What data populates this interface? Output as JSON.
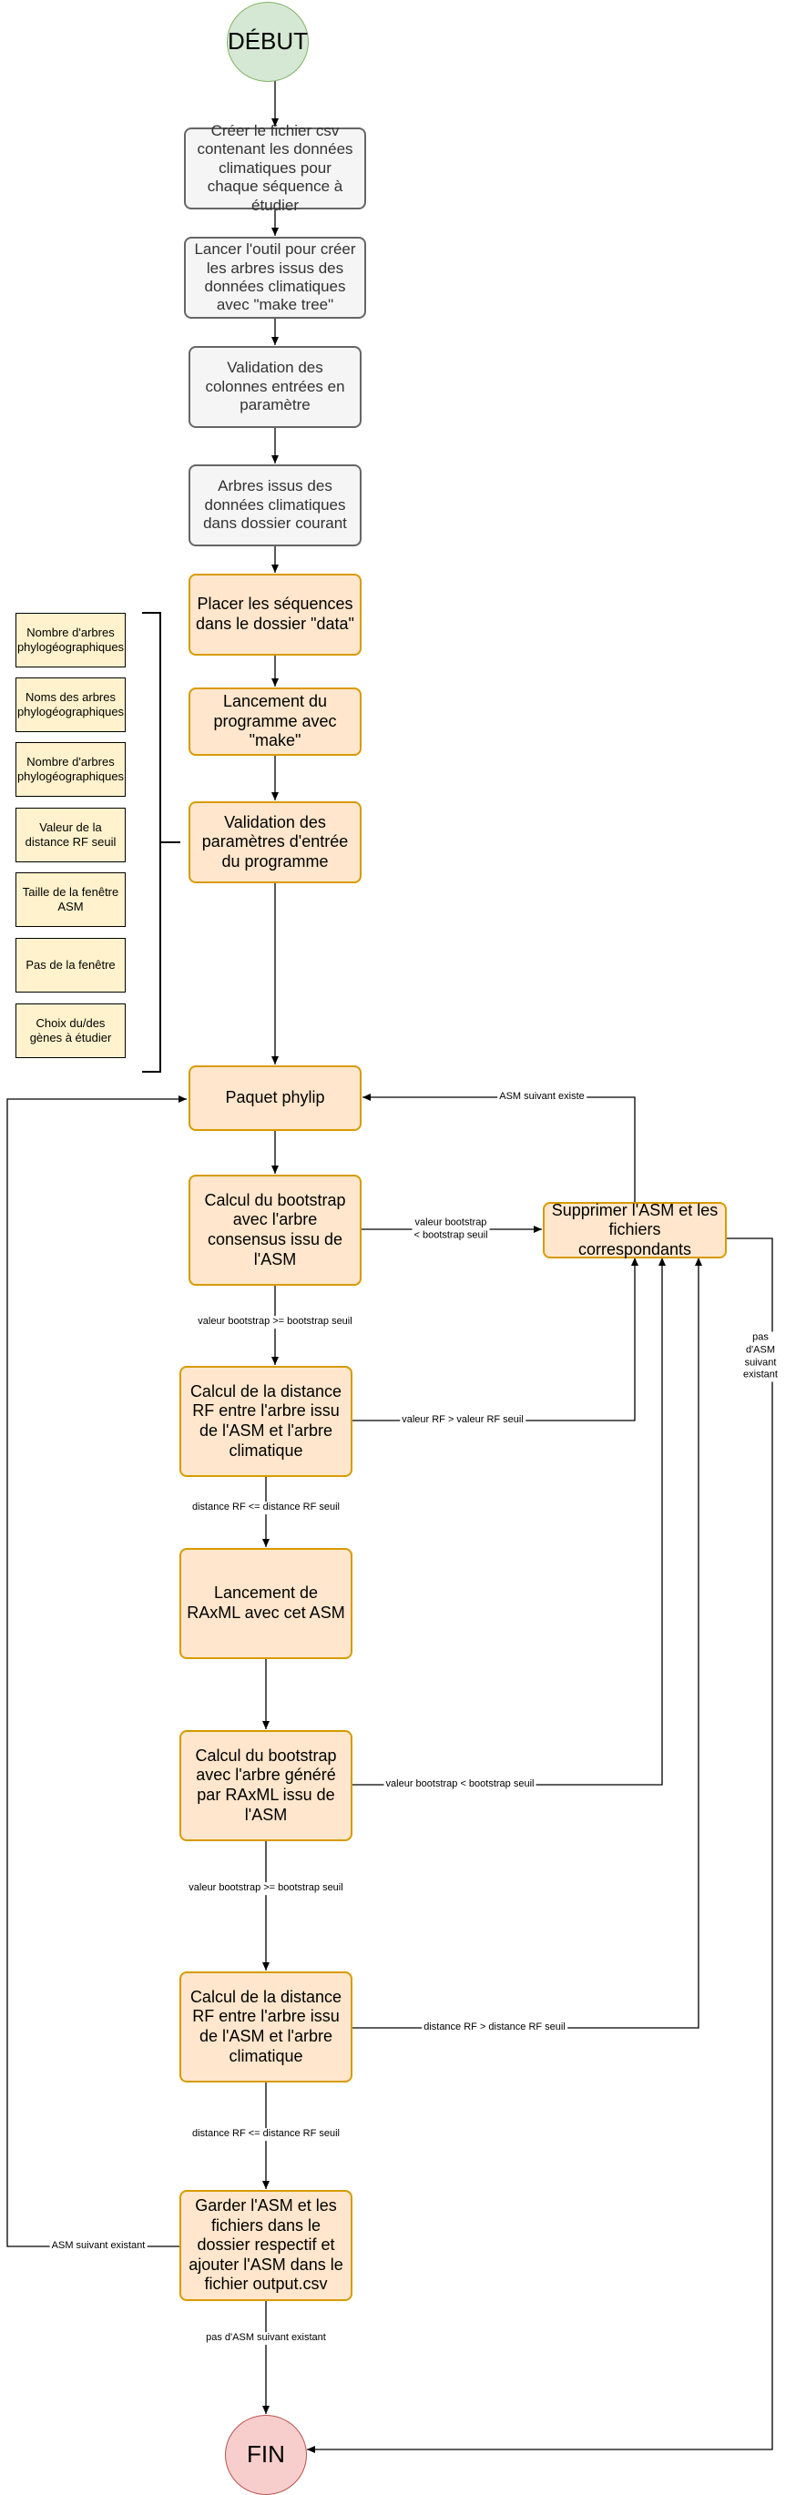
{
  "nodes": {
    "start": "DÉBUT",
    "csv": "Créer le fichier csv contenant les données climatiques pour chaque séquence à étudier",
    "make_tree": "Lancer l'outil pour créer les arbres issus des données climatiques avec \"make tree\"",
    "validate_cols": "Validation des colonnes entrées en paramètre",
    "trees_dir": "Arbres issus des données climatiques dans dossier courant",
    "place_seq": "Placer les séquences dans le dossier \"data\"",
    "launch_make": "Lancement du programme avec \"make\"",
    "validate_params": "Validation des paramètres d'entrée du programme",
    "phylip": "Paquet phylip",
    "bootstrap1": "Calcul du bootstrap avec l'arbre consensus issu de l'ASM",
    "delete_asm": "Supprimer l'ASM et les fichiers correspondants",
    "rf1": "Calcul de la distance RF entre l'arbre issu de l'ASM et l'arbre climatique",
    "raxml": "Lancement de RAxML avec cet ASM",
    "bootstrap2": "Calcul du bootstrap avec l'arbre généré par RAxML issu de l'ASM",
    "rf2": "Calcul de la distance RF entre l'arbre issu de l'ASM et l'arbre climatique",
    "keep_asm": "Garder l'ASM et les fichiers dans le dossier respectif et ajouter l'ASM dans le fichier output.csv",
    "end": "FIN"
  },
  "parameters": [
    "Nombre d'arbres phylogéographiques",
    "Noms des arbres phylogéographiques",
    "Nombre d'arbres phylogéographiques",
    "Valeur de la distance RF seuil",
    "Taille de la fenêtre ASM",
    "Pas de la fenêtre",
    "Choix du/des gènes à étudier"
  ],
  "edge_labels": {
    "next_asm_exists": "ASM suivant existe",
    "bootstrap_lt": "valeur bootstrap\n< bootstrap seuil",
    "bootstrap_ge_1": "valeur bootstrap >= bootstrap seuil",
    "no_next_asm": "pas d'ASM suivant\nexistant",
    "rf_gt_1": "valeur RF > valeur RF seuil",
    "rf_le_1": "distance RF <= distance RF seuil",
    "bootstrap_lt_2": "valeur bootstrap < bootstrap seuil",
    "bootstrap_ge_2": "valeur bootstrap >= bootstrap seuil",
    "rf_gt_2": "distance RF > distance RF seuil",
    "rf_le_2": "distance RF <= distance RF seuil",
    "next_asm_exists_2": "ASM suivant existant",
    "no_next_asm_2": "pas d'ASM suivant existant"
  },
  "colors": {
    "start_fill": "#d5e8d4",
    "start_stroke": "#82b366",
    "end_fill": "#f8cecc",
    "end_stroke": "#b85450",
    "process_fill": "#ffe6cc",
    "process_stroke": "#d79b00",
    "prep_fill": "#f5f5f5",
    "prep_stroke": "#666666",
    "param_fill": "#fff2cc"
  }
}
